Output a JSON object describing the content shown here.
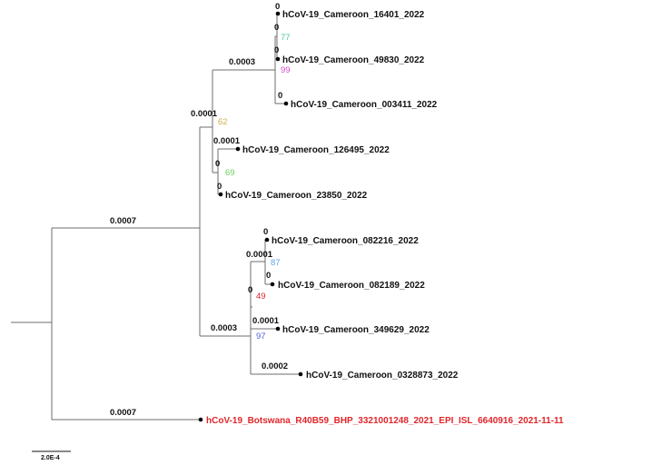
{
  "tree": {
    "tips": [
      {
        "id": "t1",
        "label": "hCoV-19_Cameroon_16401_2022",
        "branch_length": "0"
      },
      {
        "id": "t2",
        "label": "hCoV-19_Cameroon_49830_2022",
        "branch_length": "0"
      },
      {
        "id": "t3",
        "label": "hCoV-19_Cameroon_003411_2022",
        "branch_length": "0"
      },
      {
        "id": "t4",
        "label": "hCoV-19_Cameroon_126495_2022",
        "branch_length": "0.0001"
      },
      {
        "id": "t5",
        "label": "hCoV-19_Cameroon_23850_2022",
        "branch_length": "0"
      },
      {
        "id": "t6",
        "label": "hCoV-19_Cameroon_082216_2022",
        "branch_length": "0"
      },
      {
        "id": "t7",
        "label": "hCoV-19_Cameroon_082189_2022",
        "branch_length": "0"
      },
      {
        "id": "t8",
        "label": "hCoV-19_Cameroon_349629_2022",
        "branch_length": "0.0001"
      },
      {
        "id": "t9",
        "label": "hCoV-19_Cameroon_0328873_2022",
        "branch_length": "0.0002"
      },
      {
        "id": "t10",
        "label": "hCoV-19_Botswana_R40B59_BHP_3321001248_2021_EPI_ISL_6640916_2021-11-11",
        "branch_length": "0.0007",
        "color": "#e0262b"
      }
    ],
    "internal_nodes": [
      {
        "id": "n_t1t2",
        "branch_length": "0",
        "bootstrap": "77",
        "bootstrap_color": "#4fc7a0"
      },
      {
        "id": "n_top3",
        "branch_length": "0.0003",
        "bootstrap": "99",
        "bootstrap_color": "#d84fc9"
      },
      {
        "id": "n_t4t5",
        "branch_length": "0",
        "bootstrap": "69",
        "bootstrap_color": "#6ccf5c"
      },
      {
        "id": "n_upper",
        "branch_length": "0.0001",
        "bootstrap": "62",
        "bootstrap_color": "#cfb24a"
      },
      {
        "id": "n_t6t7",
        "branch_length": "0.0001",
        "bootstrap": "87",
        "bootstrap_color": "#5aa4ea"
      },
      {
        "id": "n_mid",
        "branch_length": "0",
        "bootstrap": "49",
        "bootstrap_color": "#e0262b"
      },
      {
        "id": "n_lower",
        "branch_length": "0.0003",
        "bootstrap": "97",
        "bootstrap_color": "#5562d8"
      },
      {
        "id": "n_cam",
        "branch_length": "0.0007"
      }
    ],
    "scale_bar": "2.0E-4",
    "line_color": "#6e6e6e"
  }
}
